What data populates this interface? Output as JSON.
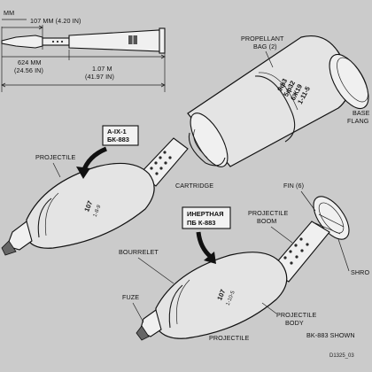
{
  "dimensions": {
    "top_label_fragment": "MM",
    "proj_length": "107 MM (4.20 IN)",
    "cartridge_length_mm": "624 MM",
    "cartridge_length_in": "(24.56 IN)",
    "overall_length_m": "1.07 M",
    "overall_length_in": "(41.97 IN)"
  },
  "labels": {
    "propellant_bag": "PROPELLANT",
    "propellant_bag_2": "BAG (2)",
    "base": "BASE",
    "flange": "FLANG",
    "cartridge": "CARTRIDGE",
    "projectile_top": "PROJECTILE",
    "fin": "FIN (6)",
    "projectile_boom_1": "PROJECTILE",
    "projectile_boom_2": "BOOM",
    "bourrelet": "BOURRELET",
    "shroud": "SHRO",
    "fuze": "FUZE",
    "projectile_body_1": "PROJECTILE",
    "projectile_body_2": "BODY",
    "projectile_bottom": "PROJECTILE",
    "bk_shown": "BK-883 SHOWN",
    "figure_id": "D1325_03"
  },
  "tags": {
    "tag1_line1": "A-IX-1",
    "tag1_line2": "БК-883",
    "tag2_line1": "ИНЕРТНАЯ",
    "tag2_line2": "ПБ К-883"
  },
  "markings": {
    "bag_line1": "9ф3",
    "bag_line2": "5ф32",
    "bag_line3": "6Ж19",
    "bag_line4": "1-11-5",
    "proj1_line1": "107",
    "proj1_line2": "1-8-9",
    "proj2_line1": "107",
    "proj2_line2": "1-10-5",
    "small_icon": "ФЛ"
  }
}
